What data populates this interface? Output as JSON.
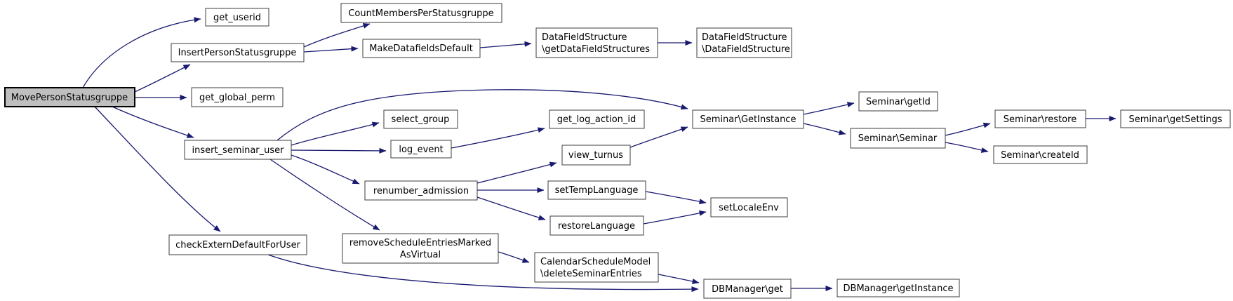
{
  "diagram": {
    "kind": "call-graph",
    "root": "MovePersonStatusgruppe",
    "colors": {
      "edge": "#191970",
      "node_fill": "#ffffff",
      "node_border": "#3c3c3c",
      "root_fill": "#bfbfbf",
      "text": "#000000",
      "background": "#ffffff"
    }
  },
  "nodes": [
    {
      "id": "MovePersonStatusgruppe",
      "lines": [
        "MovePersonStatusgruppe"
      ],
      "root": true
    },
    {
      "id": "get_userid",
      "lines": [
        "get_userid"
      ]
    },
    {
      "id": "InsertPersonStatusgruppe",
      "lines": [
        "InsertPersonStatusgruppe"
      ]
    },
    {
      "id": "CountMembersPerStatusgruppe",
      "lines": [
        "CountMembersPerStatusgruppe"
      ]
    },
    {
      "id": "MakeDatafieldsDefault",
      "lines": [
        "MakeDatafieldsDefault"
      ]
    },
    {
      "id": "DataFieldStructure\\getDataFieldStructures",
      "lines": [
        "DataFieldStructure",
        "\\getDataFieldStructures"
      ]
    },
    {
      "id": "DataFieldStructure\\DataFieldStructure",
      "lines": [
        "DataFieldStructure",
        "\\DataFieldStructure"
      ]
    },
    {
      "id": "get_global_perm",
      "lines": [
        "get_global_perm"
      ]
    },
    {
      "id": "insert_seminar_user",
      "lines": [
        "insert_seminar_user"
      ]
    },
    {
      "id": "select_group",
      "lines": [
        "select_group"
      ]
    },
    {
      "id": "log_event",
      "lines": [
        "log_event"
      ]
    },
    {
      "id": "get_log_action_id",
      "lines": [
        "get_log_action_id"
      ]
    },
    {
      "id": "view_turnus",
      "lines": [
        "view_turnus"
      ]
    },
    {
      "id": "renumber_admission",
      "lines": [
        "renumber_admission"
      ]
    },
    {
      "id": "setTempLanguage",
      "lines": [
        "setTempLanguage"
      ]
    },
    {
      "id": "restoreLanguage",
      "lines": [
        "restoreLanguage"
      ]
    },
    {
      "id": "setLocaleEnv",
      "lines": [
        "setLocaleEnv"
      ]
    },
    {
      "id": "Seminar\\GetInstance",
      "lines": [
        "Seminar\\GetInstance"
      ]
    },
    {
      "id": "Seminar\\getId",
      "lines": [
        "Seminar\\getId"
      ]
    },
    {
      "id": "Seminar\\Seminar",
      "lines": [
        "Seminar\\Seminar"
      ]
    },
    {
      "id": "Seminar\\restore",
      "lines": [
        "Seminar\\restore"
      ]
    },
    {
      "id": "Seminar\\getSettings",
      "lines": [
        "Seminar\\getSettings"
      ]
    },
    {
      "id": "Seminar\\createId",
      "lines": [
        "Seminar\\createId"
      ]
    },
    {
      "id": "checkExternDefaultForUser",
      "lines": [
        "checkExternDefaultForUser"
      ]
    },
    {
      "id": "removeScheduleEntriesMarkedAsVirtual",
      "lines": [
        "removeScheduleEntriesMarked",
        "AsVirtual"
      ]
    },
    {
      "id": "CalendarScheduleModel\\deleteSeminarEntries",
      "lines": [
        "CalendarScheduleModel",
        "\\deleteSeminarEntries"
      ]
    },
    {
      "id": "DBManager\\get",
      "lines": [
        "DBManager\\get"
      ]
    },
    {
      "id": "DBManager\\getInstance",
      "lines": [
        "DBManager\\getInstance"
      ]
    }
  ],
  "edges": [
    {
      "from": "MovePersonStatusgruppe",
      "to": "get_userid"
    },
    {
      "from": "MovePersonStatusgruppe",
      "to": "InsertPersonStatusgruppe"
    },
    {
      "from": "MovePersonStatusgruppe",
      "to": "get_global_perm"
    },
    {
      "from": "MovePersonStatusgruppe",
      "to": "insert_seminar_user"
    },
    {
      "from": "MovePersonStatusgruppe",
      "to": "checkExternDefaultForUser"
    },
    {
      "from": "InsertPersonStatusgruppe",
      "to": "CountMembersPerStatusgruppe"
    },
    {
      "from": "InsertPersonStatusgruppe",
      "to": "MakeDatafieldsDefault"
    },
    {
      "from": "MakeDatafieldsDefault",
      "to": "DataFieldStructure\\getDataFieldStructures"
    },
    {
      "from": "DataFieldStructure\\getDataFieldStructures",
      "to": "DataFieldStructure\\DataFieldStructure"
    },
    {
      "from": "insert_seminar_user",
      "to": "select_group"
    },
    {
      "from": "insert_seminar_user",
      "to": "log_event"
    },
    {
      "from": "insert_seminar_user",
      "to": "renumber_admission"
    },
    {
      "from": "insert_seminar_user",
      "to": "Seminar\\GetInstance"
    },
    {
      "from": "insert_seminar_user",
      "to": "removeScheduleEntriesMarkedAsVirtual"
    },
    {
      "from": "log_event",
      "to": "get_log_action_id"
    },
    {
      "from": "renumber_admission",
      "to": "view_turnus"
    },
    {
      "from": "renumber_admission",
      "to": "setTempLanguage"
    },
    {
      "from": "renumber_admission",
      "to": "restoreLanguage"
    },
    {
      "from": "view_turnus",
      "to": "Seminar\\GetInstance"
    },
    {
      "from": "setTempLanguage",
      "to": "setLocaleEnv"
    },
    {
      "from": "restoreLanguage",
      "to": "setLocaleEnv"
    },
    {
      "from": "Seminar\\GetInstance",
      "to": "Seminar\\getId"
    },
    {
      "from": "Seminar\\GetInstance",
      "to": "Seminar\\Seminar"
    },
    {
      "from": "Seminar\\Seminar",
      "to": "Seminar\\restore"
    },
    {
      "from": "Seminar\\Seminar",
      "to": "Seminar\\createId"
    },
    {
      "from": "Seminar\\restore",
      "to": "Seminar\\getSettings"
    },
    {
      "from": "removeScheduleEntriesMarkedAsVirtual",
      "to": "CalendarScheduleModel\\deleteSeminarEntries"
    },
    {
      "from": "CalendarScheduleModel\\deleteSeminarEntries",
      "to": "DBManager\\get"
    },
    {
      "from": "checkExternDefaultForUser",
      "to": "DBManager\\get"
    },
    {
      "from": "DBManager\\get",
      "to": "DBManager\\getInstance"
    }
  ]
}
